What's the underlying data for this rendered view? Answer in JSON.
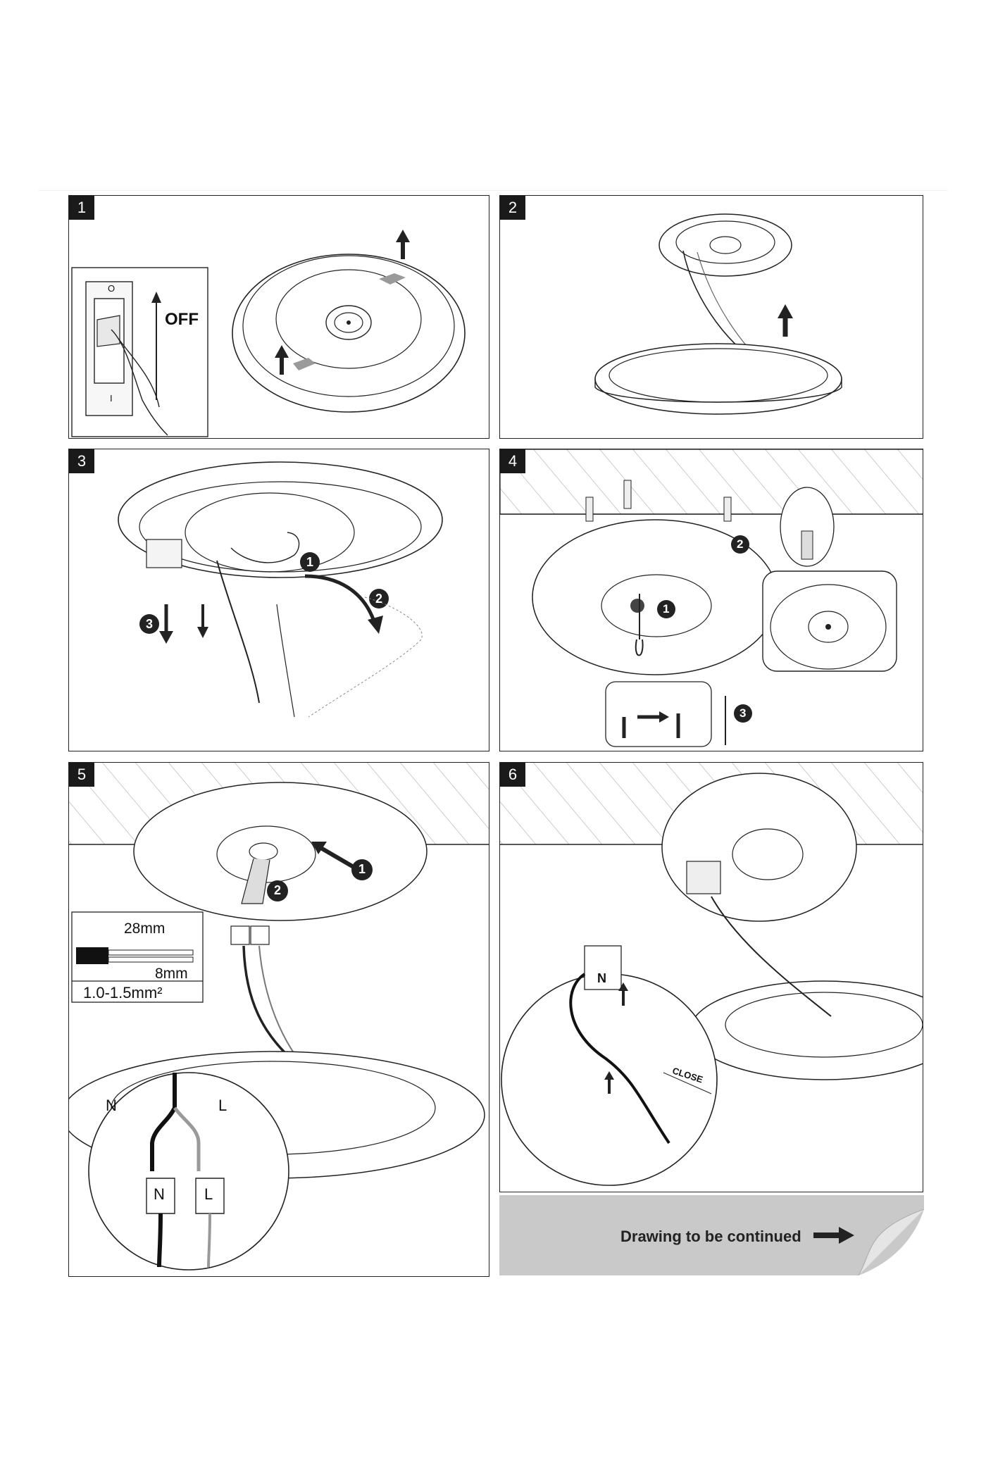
{
  "steps": [
    {
      "number": "1",
      "switch_on_mark": "O",
      "switch_off_mark": "I",
      "off_label": "OFF"
    },
    {
      "number": "2"
    },
    {
      "number": "3",
      "markers": [
        "1",
        "2",
        "3"
      ]
    },
    {
      "number": "4",
      "markers": [
        "1",
        "2",
        "3"
      ]
    },
    {
      "number": "5",
      "markers": [
        "1",
        "2"
      ],
      "strip_length": "28mm",
      "strip_end": "8mm",
      "wire_section": "1.0-1.5mm²",
      "neutral": "N",
      "live": "L"
    },
    {
      "number": "6",
      "neutral": "N",
      "close_label": "CLOSE"
    }
  ],
  "continue_banner": {
    "text": "Drawing to be continued",
    "arrow_icon": "right-arrow-icon"
  },
  "colors": {
    "line": "#222222",
    "hatch": "#bfbfbf",
    "tape": "#9a9a9a",
    "banner": "#c9c9c9"
  }
}
